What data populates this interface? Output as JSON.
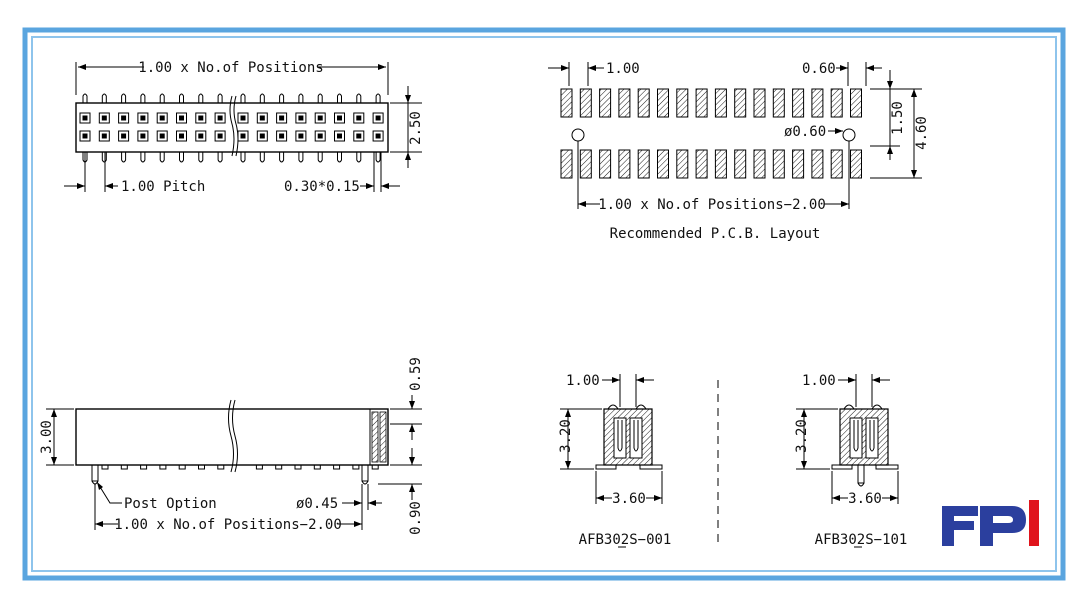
{
  "top_left": {
    "length_label": "1.00 x No.of Positions",
    "height_label": "2.50",
    "pitch_label": "1.00 Pitch",
    "pin_label": "0.30*0.15"
  },
  "pcb_layout": {
    "pitch_label": "1.00",
    "pad_width_label": "0.60",
    "hole_label": "ø0.60",
    "pad_length_label": "1.50",
    "row_span_label": "4.60",
    "span_label": "1.00 x No.of Positions−2.00",
    "caption": "Recommended P.C.B. Layout"
  },
  "side_view": {
    "top_label": "0.59",
    "height_label": "3.00",
    "post_label": "Post Option",
    "peg_label": "ø0.45",
    "span_label": "1.00 x No.of Positions−2.00",
    "tail_label": "0.90"
  },
  "section_001": {
    "pitch_label": "1.00",
    "height_label": "3.20",
    "width_label": "3.60",
    "part_number": "AFB302S−001"
  },
  "section_101": {
    "pitch_label": "1.00",
    "height_label": "3.20",
    "width_label": "3.60",
    "part_number": "AFB302S−101"
  },
  "logo": {
    "text": "FPI",
    "blue": "#2b3f9e",
    "red": "#e0141c"
  },
  "colors": {
    "frame_outer": "#5aa5df",
    "frame_inner": "#8ec4ec"
  }
}
